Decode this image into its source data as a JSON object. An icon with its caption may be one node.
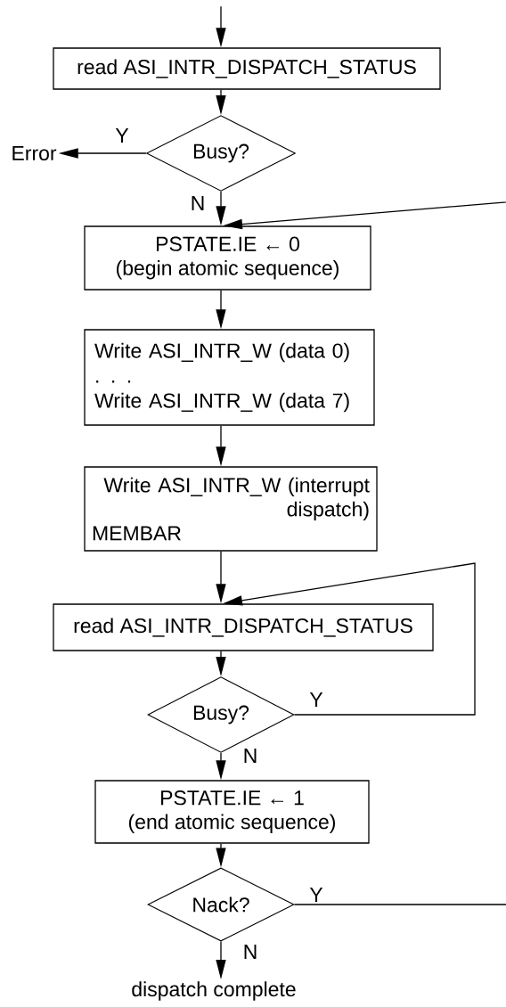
{
  "diagram": {
    "nodes": [
      {
        "text": [
          "read ASI_INTR_DISPATCH_STATUS"
        ]
      },
      {
        "text": [
          "Busy?"
        ]
      },
      {
        "text": [
          "Error"
        ]
      },
      {
        "text": [
          "PSTATE.IE ← 0",
          "(begin atomic sequence)"
        ]
      },
      {
        "text": [
          "Write ASI_INTR_W (data 0)",
          ". . .",
          "Write ASI_INTR_W (data 7)"
        ]
      },
      {
        "text": [
          "Write ASI_INTR_W (interrupt dispatch)",
          "MEMBAR"
        ]
      },
      {
        "text": [
          "read ASI_INTR_DISPATCH_STATUS"
        ]
      },
      {
        "text": [
          "Busy?"
        ]
      },
      {
        "text": [
          "PSTATE.IE ← 1",
          "(end atomic sequence)"
        ]
      },
      {
        "text": [
          "Nack?"
        ]
      },
      {
        "text": [
          "dispatch complete"
        ]
      }
    ],
    "edges": [
      {
        "from": null,
        "to": 0,
        "arrow": "to"
      },
      {
        "from": 0,
        "to": 1,
        "arrow": "to"
      },
      {
        "from": 1,
        "to": 2,
        "arrow": "to",
        "label": "Y"
      },
      {
        "from": 1,
        "to": 3,
        "arrow": "to",
        "label": "N"
      },
      {
        "from": 3,
        "to": 4,
        "arrow": "to"
      },
      {
        "from": 4,
        "to": 5,
        "arrow": "to"
      },
      {
        "from": 5,
        "to": 6,
        "arrow": "to"
      },
      {
        "from": 6,
        "to": 7,
        "arrow": "to"
      },
      {
        "from": 7,
        "to": 6,
        "arrow": "to",
        "label": "Y"
      },
      {
        "from": 7,
        "to": 8,
        "arrow": "to",
        "label": "N"
      },
      {
        "from": 8,
        "to": 9,
        "arrow": "to"
      },
      {
        "from": 9,
        "to": 10,
        "arrow": "to",
        "label": "N"
      },
      {
        "from": 9,
        "to": 3,
        "arrow": "to",
        "label": "Y"
      }
    ]
  }
}
